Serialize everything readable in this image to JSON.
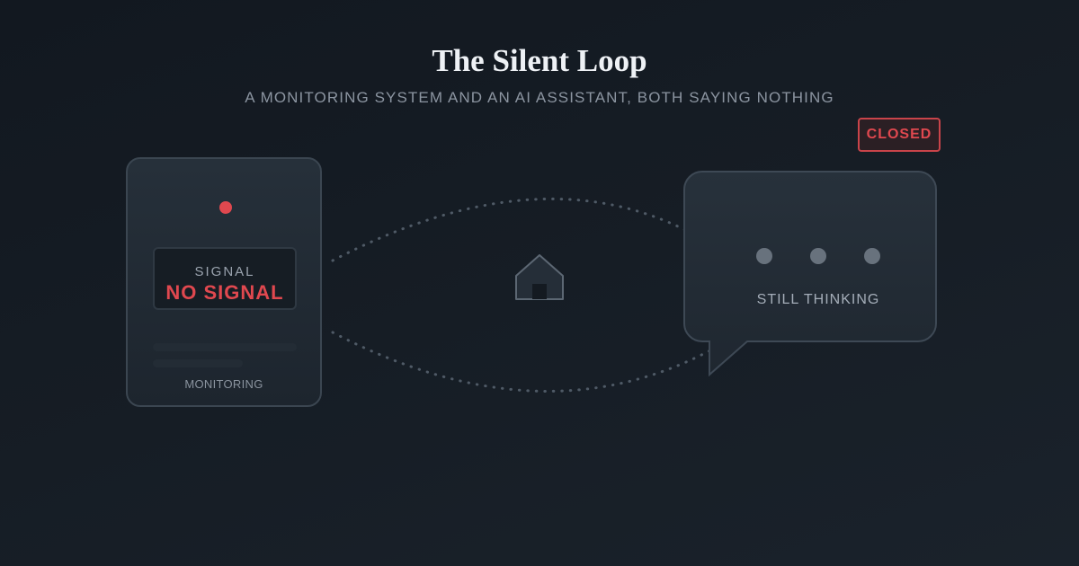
{
  "header": {
    "title": "The Silent Loop",
    "subtitle": "A MONITORING SYSTEM AND AN AI ASSISTANT, BOTH SAYING NOTHING"
  },
  "monitor": {
    "screen_label": "SIGNAL",
    "screen_value": "NO SIGNAL",
    "label": "MONITORING",
    "led_icon": "status-led-icon"
  },
  "center_icon": "house-icon",
  "assistant": {
    "badge": "CLOSED",
    "status": "STILL THINKING",
    "typing_icon": "typing-dots-icon"
  },
  "colors": {
    "alert": "#e0484f",
    "badge_text": "#e0484f",
    "badge_border": "#c9444a"
  }
}
